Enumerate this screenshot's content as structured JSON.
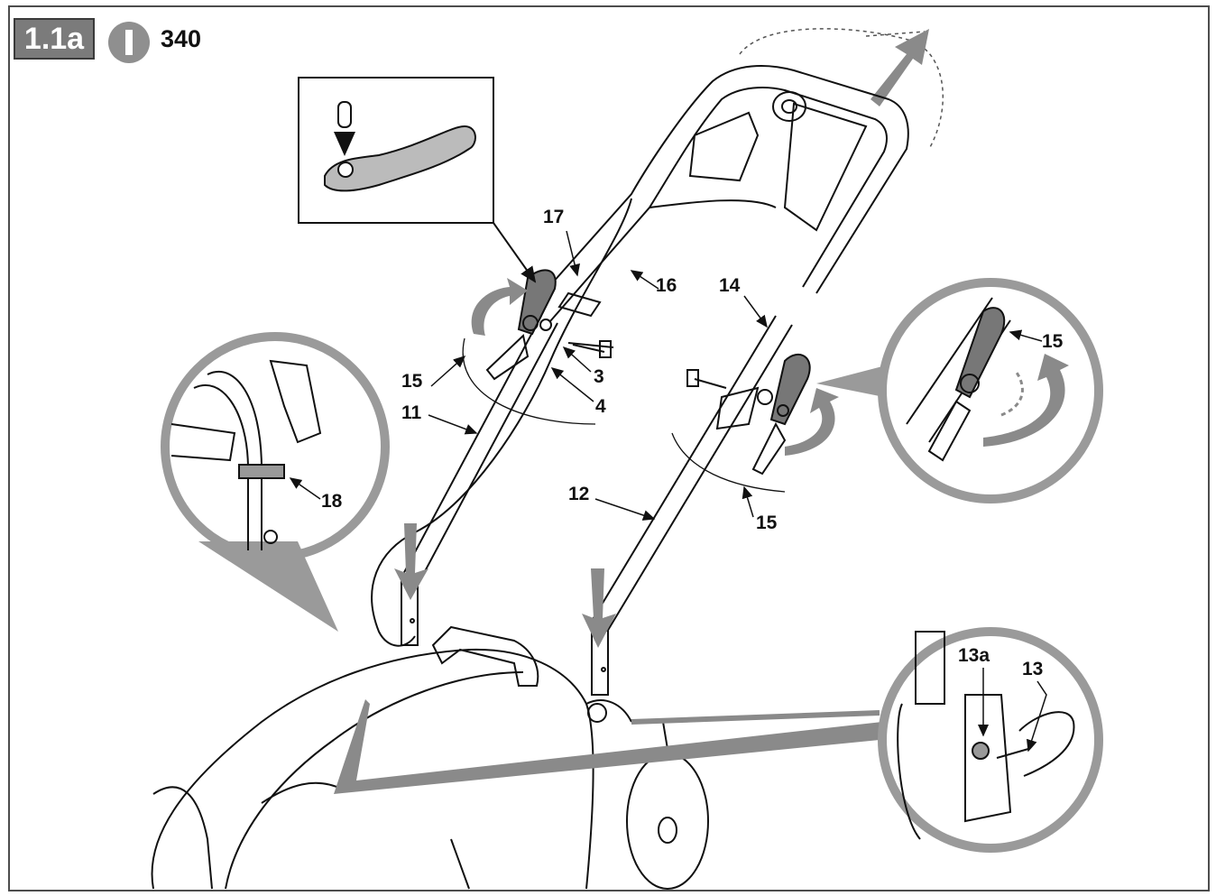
{
  "figure": {
    "badge": "1.1a",
    "model": "340",
    "model_icon": "info-mode-icon"
  },
  "labels": {
    "l17": "17",
    "l16": "16",
    "l14": "14",
    "l15_right_zoom": "15",
    "l15_left": "15",
    "l3": "3",
    "l4": "4",
    "l11": "11",
    "l18": "18",
    "l12": "12",
    "l15_right": "15",
    "l13a": "13a",
    "l13": "13"
  },
  "colors": {
    "line": "#111111",
    "arrow": "#8a8a8a",
    "zoom_ring": "#9a9a9a",
    "badge": "#7b7b7b"
  }
}
